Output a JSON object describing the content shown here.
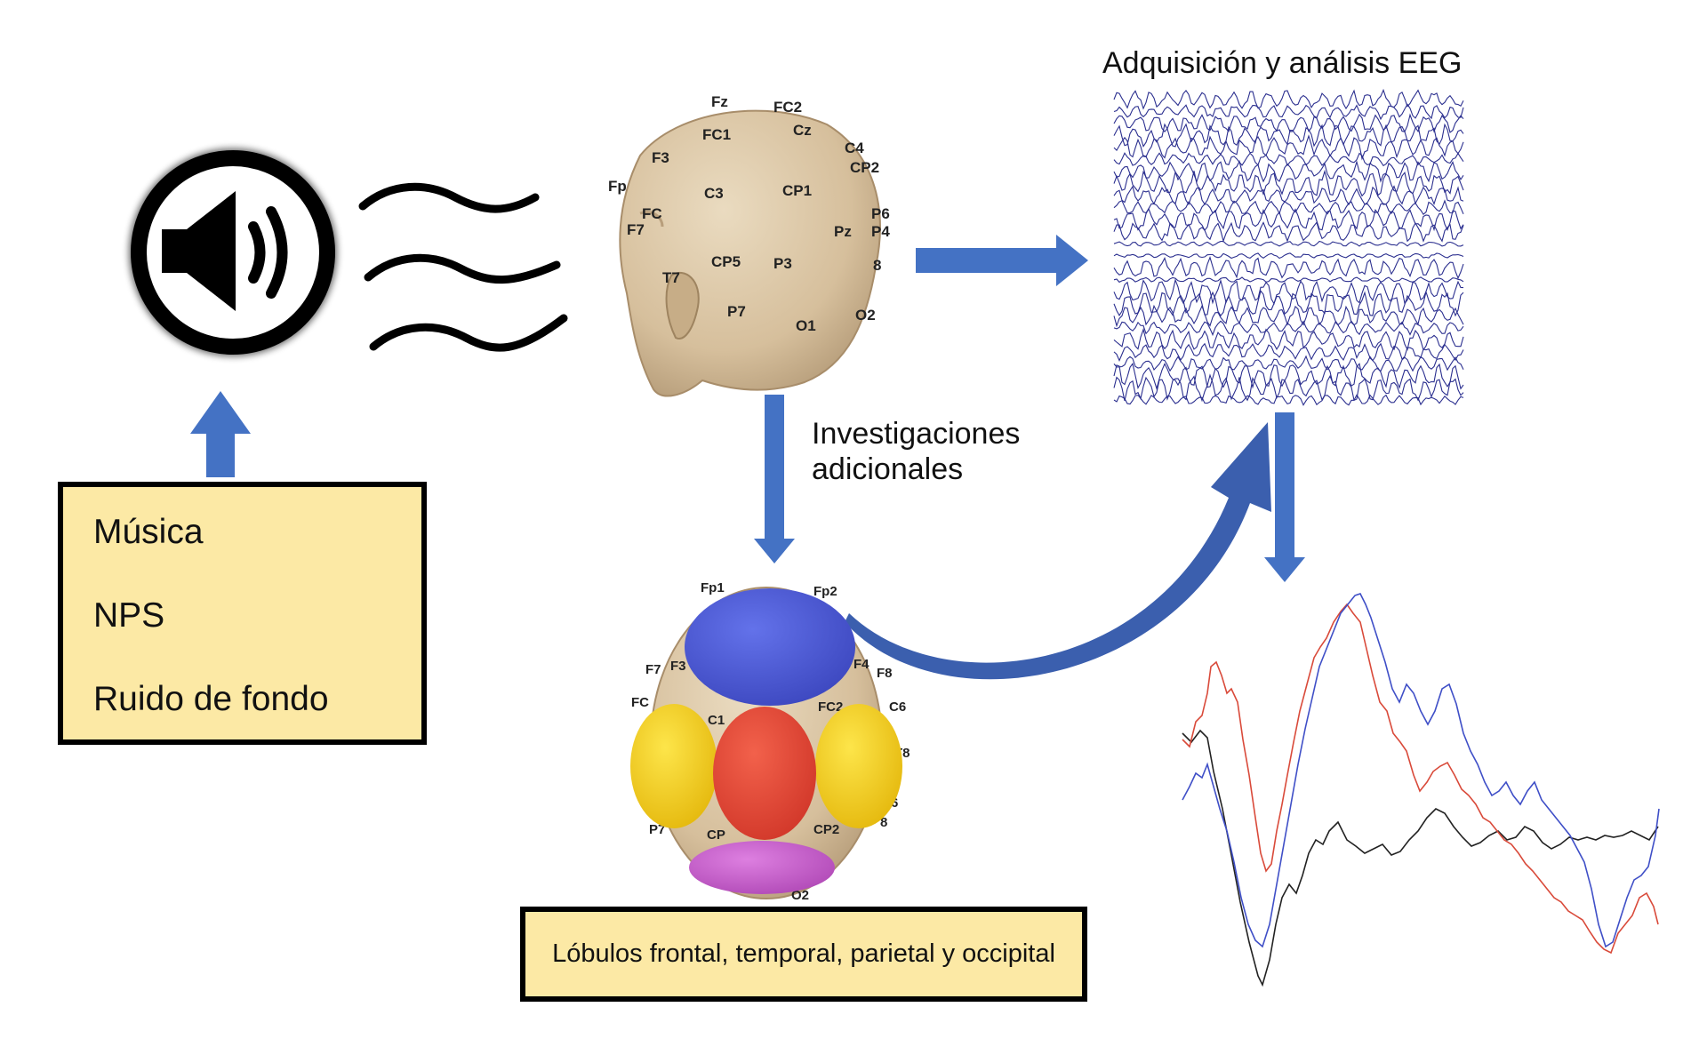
{
  "title_eeg": "Adquisición y análisis EEG",
  "further_label_line1": "Investigaciones",
  "further_label_line2": "adicionales",
  "stimuli": [
    "Música",
    "NPS",
    "Ruido de fondo"
  ],
  "lobes_label": "Lóbulos frontal, temporal, parietal y occipital",
  "head_electrodes": [
    {
      "id": "Fz",
      "text": "Fz"
    },
    {
      "id": "FC2",
      "text": "FC2"
    },
    {
      "id": "FC1",
      "text": "FC1"
    },
    {
      "id": "Cz",
      "text": "Cz"
    },
    {
      "id": "C4",
      "text": "C4"
    },
    {
      "id": "CP2",
      "text": "CP2"
    },
    {
      "id": "F3",
      "text": "F3"
    },
    {
      "id": "Fp",
      "text": "Fp"
    },
    {
      "id": "C3",
      "text": "C3"
    },
    {
      "id": "CP1",
      "text": "CP1"
    },
    {
      "id": "FC",
      "text": "FC"
    },
    {
      "id": "F7",
      "text": "F7"
    },
    {
      "id": "P6",
      "text": "P6"
    },
    {
      "id": "Pz",
      "text": "Pz"
    },
    {
      "id": "P4",
      "text": "P4"
    },
    {
      "id": "CP5",
      "text": "CP5"
    },
    {
      "id": "P3",
      "text": "P3"
    },
    {
      "id": "T7",
      "text": "T7"
    },
    {
      "id": "P8",
      "text": "8"
    },
    {
      "id": "P7",
      "text": "P7"
    },
    {
      "id": "O1",
      "text": "O1"
    },
    {
      "id": "O2",
      "text": "O2"
    }
  ],
  "top_electrodes": [
    {
      "id": "Fp1",
      "text": "Fp1"
    },
    {
      "id": "Fp2",
      "text": "Fp2"
    },
    {
      "id": "F7",
      "text": "F7"
    },
    {
      "id": "F3",
      "text": "F3"
    },
    {
      "id": "F4",
      "text": "F4"
    },
    {
      "id": "F8",
      "text": "F8"
    },
    {
      "id": "FC5",
      "text": "FC"
    },
    {
      "id": "FC2",
      "text": "FC2"
    },
    {
      "id": "FC6",
      "text": "C6"
    },
    {
      "id": "C1",
      "text": "C1"
    },
    {
      "id": "T8",
      "text": "T8"
    },
    {
      "id": "P7",
      "text": "P7"
    },
    {
      "id": "CP1",
      "text": "CP"
    },
    {
      "id": "CP2",
      "text": "CP2"
    },
    {
      "id": "P8",
      "text": "8"
    },
    {
      "id": "CP6",
      "text": "6"
    },
    {
      "id": "O2",
      "text": "O2"
    }
  ],
  "colors": {
    "arrow": "#4472c4",
    "box_fill": "#fce9a5",
    "skin": "#d9c3a1",
    "frontal": "#4f5fd6",
    "temporal": "#f2cf1c",
    "parietal": "#e54836",
    "occipital": "#cc5fcf",
    "eeg_trace": "#2b2f8f",
    "erp_black": "#222222",
    "erp_red": "#d94a3a",
    "erp_blue": "#3f4fc7"
  }
}
